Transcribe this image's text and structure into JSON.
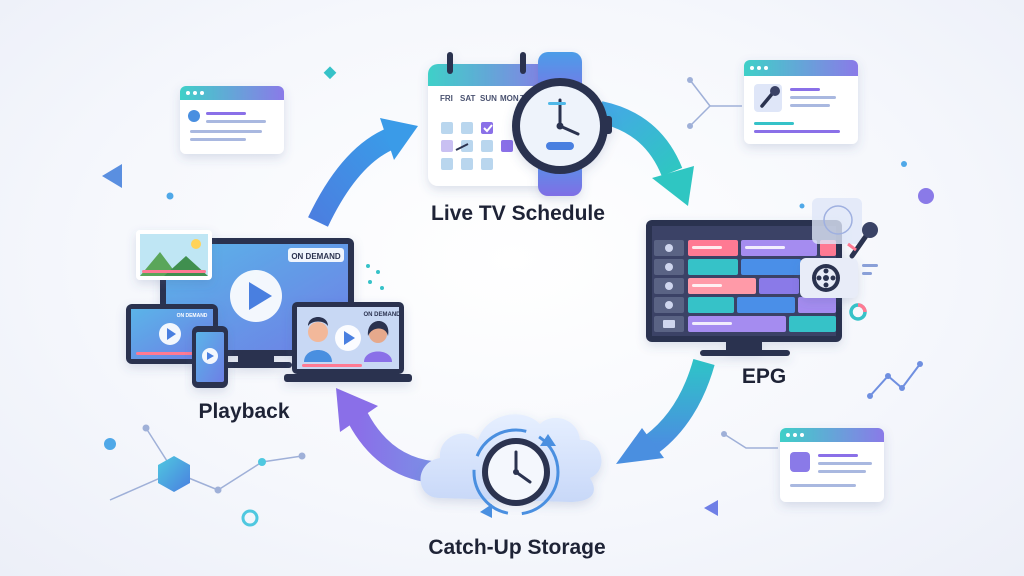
{
  "stages": {
    "live_tv": "Live TV Schedule",
    "epg": "EPG",
    "catch_up": "Catch-Up Storage",
    "playback": "Playback"
  },
  "calendar_days": [
    "FRI",
    "SAT",
    "SUN",
    "MON",
    "TUE"
  ],
  "badges": {
    "on_demand_tv": "ON DEMAND",
    "on_demand_tablet": "ON DEMAND",
    "on_demand_laptop": "ON DEMAND"
  },
  "icons": [
    "calendar-icon",
    "watch-icon",
    "cloud-icon",
    "clock-icon",
    "play-icon",
    "microphone-icon",
    "film-reel-icon",
    "hexagon-icon"
  ],
  "colors": {
    "blue": "#3d7fe0",
    "teal": "#2fc3c8",
    "purple": "#8a6fe8",
    "dark": "#2b3350"
  }
}
